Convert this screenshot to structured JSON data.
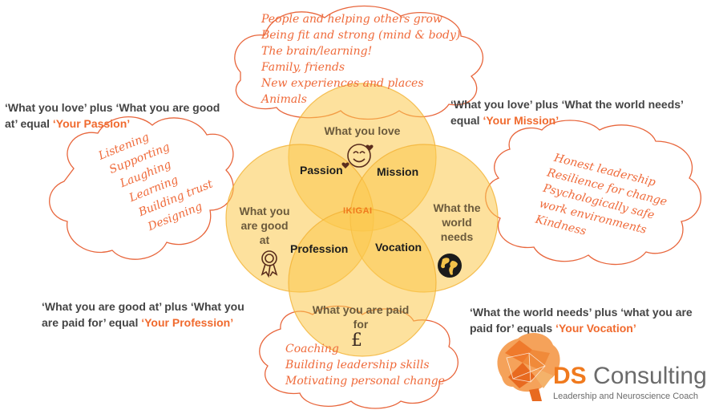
{
  "venn": {
    "love": "What you love",
    "good_line1": "What you",
    "good_line2": "are good",
    "good_line3": "at",
    "world_line1": "What the",
    "world_line2": "world",
    "world_line3": "needs",
    "paid_line1": "What you are paid",
    "paid_line2": "for",
    "center": "IKIGAI"
  },
  "overlaps": {
    "passion": "Passion",
    "mission": "Mission",
    "profession": "Profession",
    "vocation": "Vocation"
  },
  "captions": {
    "passion_line1": "‘What you love’ plus ‘What you are good",
    "passion_line2": "at’ equal ",
    "passion_hl": "‘Your Passion’",
    "mission_line1": "‘What you love’ plus ‘What the world needs’",
    "mission_line2": "equal ",
    "mission_hl": "‘Your Mission’",
    "profession_line1": "‘What you are good at’ plus ‘What you",
    "profession_line2": "are paid for’ equal ",
    "profession_hl": "‘Your Profession’",
    "vocation_line1": "‘What the world needs’ plus ‘what you are",
    "vocation_line2": "paid for’ equals ",
    "vocation_hl": "‘Your Vocation’"
  },
  "clouds": {
    "love": [
      "People and helping others grow",
      "Being fit and strong (mind & body)",
      "The brain/learning!",
      "Family, friends",
      "New experiences and places",
      "Animals"
    ],
    "good": [
      "Listening",
      "Supporting",
      "Laughing",
      "Learning",
      "Building trust",
      "Designing"
    ],
    "world": [
      "Honest leadership",
      "Resilience for change",
      "Psychologically safe",
      "work environments",
      "Kindness"
    ],
    "paid": [
      "Coaching",
      "Building leadership skills",
      "Motivating personal change"
    ]
  },
  "icons": {
    "love": "smiling-face-with-hearts",
    "good": "award-ribbon",
    "world": "globe",
    "paid": "pound-sign",
    "pound_glyph": "£"
  },
  "brand": {
    "name_initials": "DS",
    "name_rest": " Consulting",
    "tagline": "Leadership and Neuroscience Coach"
  },
  "colors": {
    "circle_fill": "#fbc94d",
    "circle_edge": "#f3b233",
    "handwriting": "#ef6a3a",
    "highlight": "#f06a2e",
    "cloud_stroke": "#e8663c",
    "brand_orange": "#f07a1e"
  }
}
